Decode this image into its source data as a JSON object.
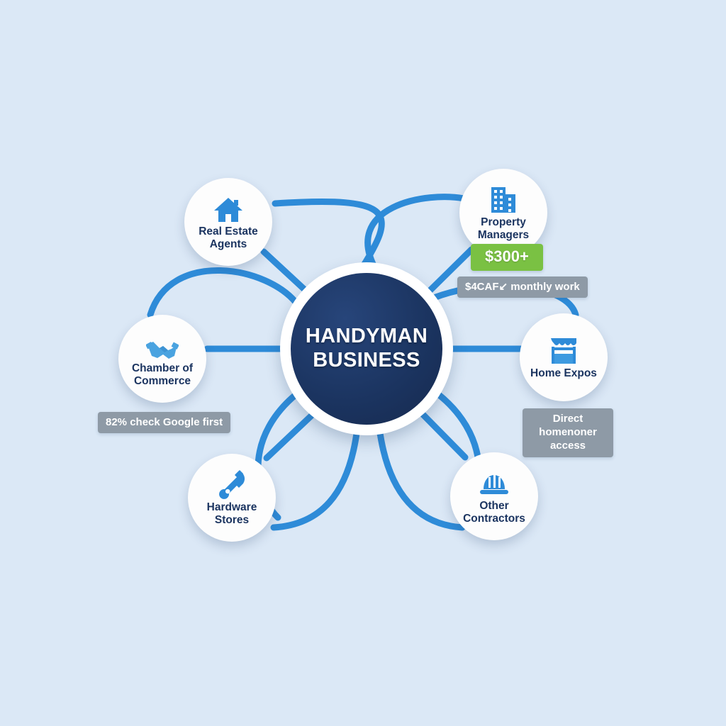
{
  "diagram": {
    "title": "Handyman Business referral network hub-and-spoke diagram",
    "background_color": "#dbe8f6",
    "hub": {
      "name": "handyman-business-hub",
      "line1": "HANDYMAN",
      "line2": "BUSINESS",
      "fill_color": "#1b3460",
      "text_color": "#ffffff"
    },
    "connector_color": "#2e8bd8",
    "nodes": [
      {
        "id": "real-estate-agents",
        "label": "Real Estate\nAgents",
        "icon": "house-icon",
        "icon_color": "#2e8bd8",
        "label_color": "#1b3460"
      },
      {
        "id": "property-managers",
        "label": "Property\nManagers",
        "icon": "office-building-icon",
        "icon_color": "#2e8bd8",
        "label_color": "#1b3460"
      },
      {
        "id": "chamber-of-commerce",
        "label": "Chamber of\nCommerce",
        "icon": "handshake-icon",
        "icon_color": "#4aa3e0",
        "label_color": "#1b3460"
      },
      {
        "id": "home-expos",
        "label": "Home Expos",
        "icon": "market-stall-icon",
        "icon_color": "#2e8bd8",
        "label_color": "#1b3460"
      },
      {
        "id": "hardware-stores",
        "label": "Hardware\nStores",
        "icon": "wrench-icon",
        "icon_color": "#2e8bd8",
        "label_color": "#1b3460"
      },
      {
        "id": "other-contractors",
        "label": "Other\nContractors",
        "icon": "hard-hat-icon",
        "icon_color": "#2e8bd8",
        "label_color": "#1b3460"
      }
    ],
    "badges": {
      "property_value": {
        "text": "$300+",
        "background_color": "#7ac143",
        "text_color": "#ffffff"
      },
      "property_note": {
        "text": "$4CAF↙ monthly work",
        "background_color": "#8e9aa6",
        "text_color": "#ffffff"
      },
      "chamber_note": {
        "text": "82% check Google first",
        "background_color": "#8e9aa6",
        "text_color": "#ffffff"
      },
      "expos_note": {
        "text": "Direct homenoner\naccess",
        "background_color": "#8e9aa6",
        "text_color": "#ffffff"
      }
    }
  }
}
